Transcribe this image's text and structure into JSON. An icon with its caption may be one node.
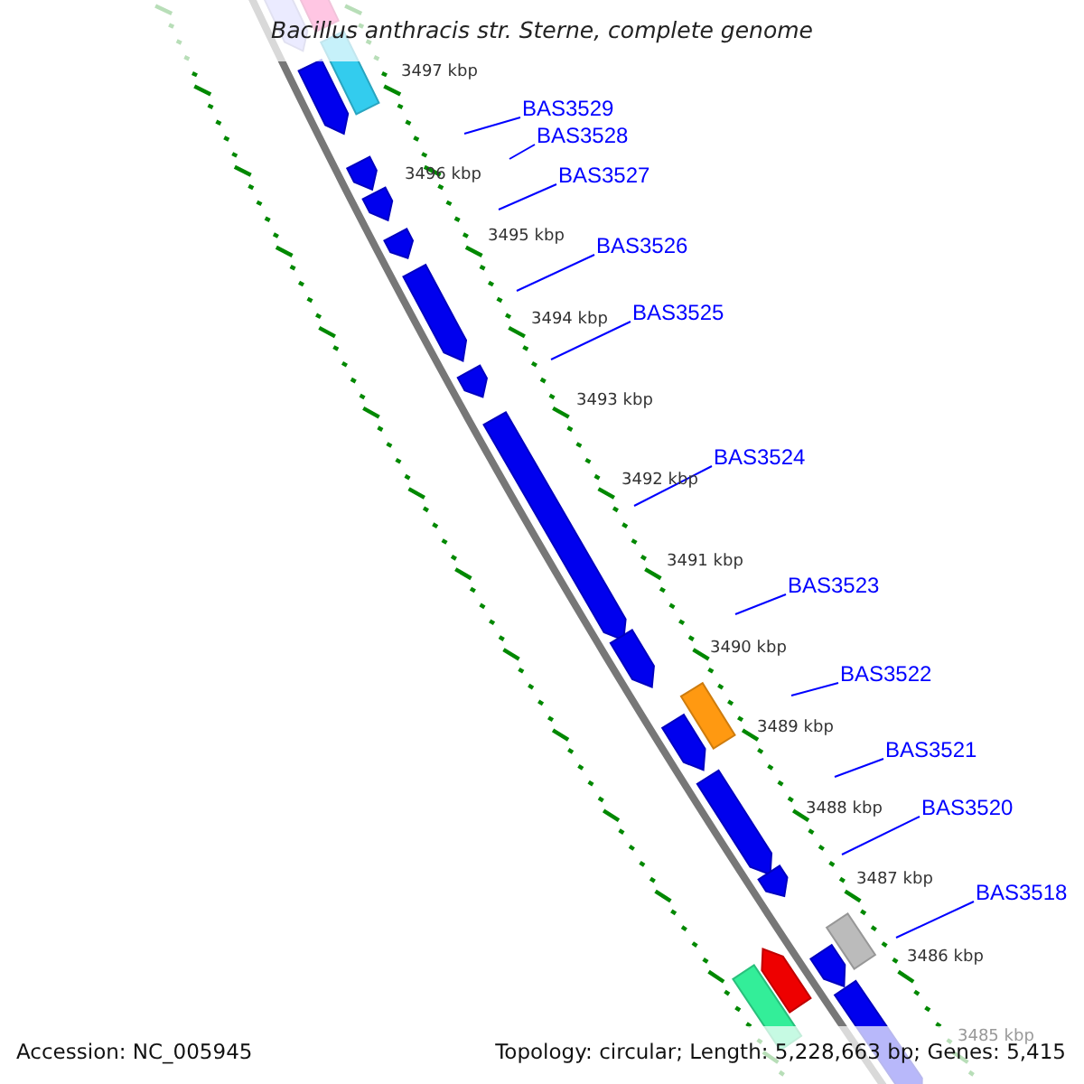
{
  "diagram": {
    "title": "Bacillus anthracis str. Sterne, complete genome",
    "nodes": [
      {
        "text": [
          "BAS3529"
        ]
      },
      {
        "text": [
          "BAS3528"
        ]
      },
      {
        "text": [
          "BAS3527"
        ]
      },
      {
        "text": [
          "BAS3526"
        ]
      },
      {
        "text": [
          "BAS3525"
        ]
      },
      {
        "text": [
          "BAS3524"
        ]
      },
      {
        "text": [
          "BAS3523"
        ]
      },
      {
        "text": [
          "BAS3522"
        ]
      },
      {
        "text": [
          "BAS3521"
        ]
      },
      {
        "text": [
          "BAS3520"
        ]
      },
      {
        "text": [
          "BAS3518"
        ]
      }
    ],
    "edges": [
      {
        "from": 0,
        "to": null,
        "arrow": "none"
      },
      {
        "from": 1,
        "to": null,
        "arrow": "none"
      },
      {
        "from": 2,
        "to": null,
        "arrow": "none"
      },
      {
        "from": 3,
        "to": null,
        "arrow": "none"
      },
      {
        "from": 4,
        "to": null,
        "arrow": "none"
      },
      {
        "from": 5,
        "to": null,
        "arrow": "none"
      },
      {
        "from": 6,
        "to": null,
        "arrow": "none"
      },
      {
        "from": 7,
        "to": null,
        "arrow": "none"
      },
      {
        "from": 8,
        "to": null,
        "arrow": "none"
      },
      {
        "from": 9,
        "to": null,
        "arrow": "none"
      },
      {
        "from": 10,
        "to": null,
        "arrow": "none"
      }
    ],
    "labels": [
      "3497 kbp",
      "3496 kbp",
      "3495 kbp",
      "3494 kbp",
      "3493 kbp",
      "3492 kbp",
      "3491 kbp",
      "3490 kbp",
      "3489 kbp",
      "3488 kbp",
      "3487 kbp",
      "3486 kbp",
      "3485 kbp",
      "Accession: NC_005945",
      "Topology: circular; Length: 5,228,663 bp; Genes: 5,415"
    ]
  }
}
